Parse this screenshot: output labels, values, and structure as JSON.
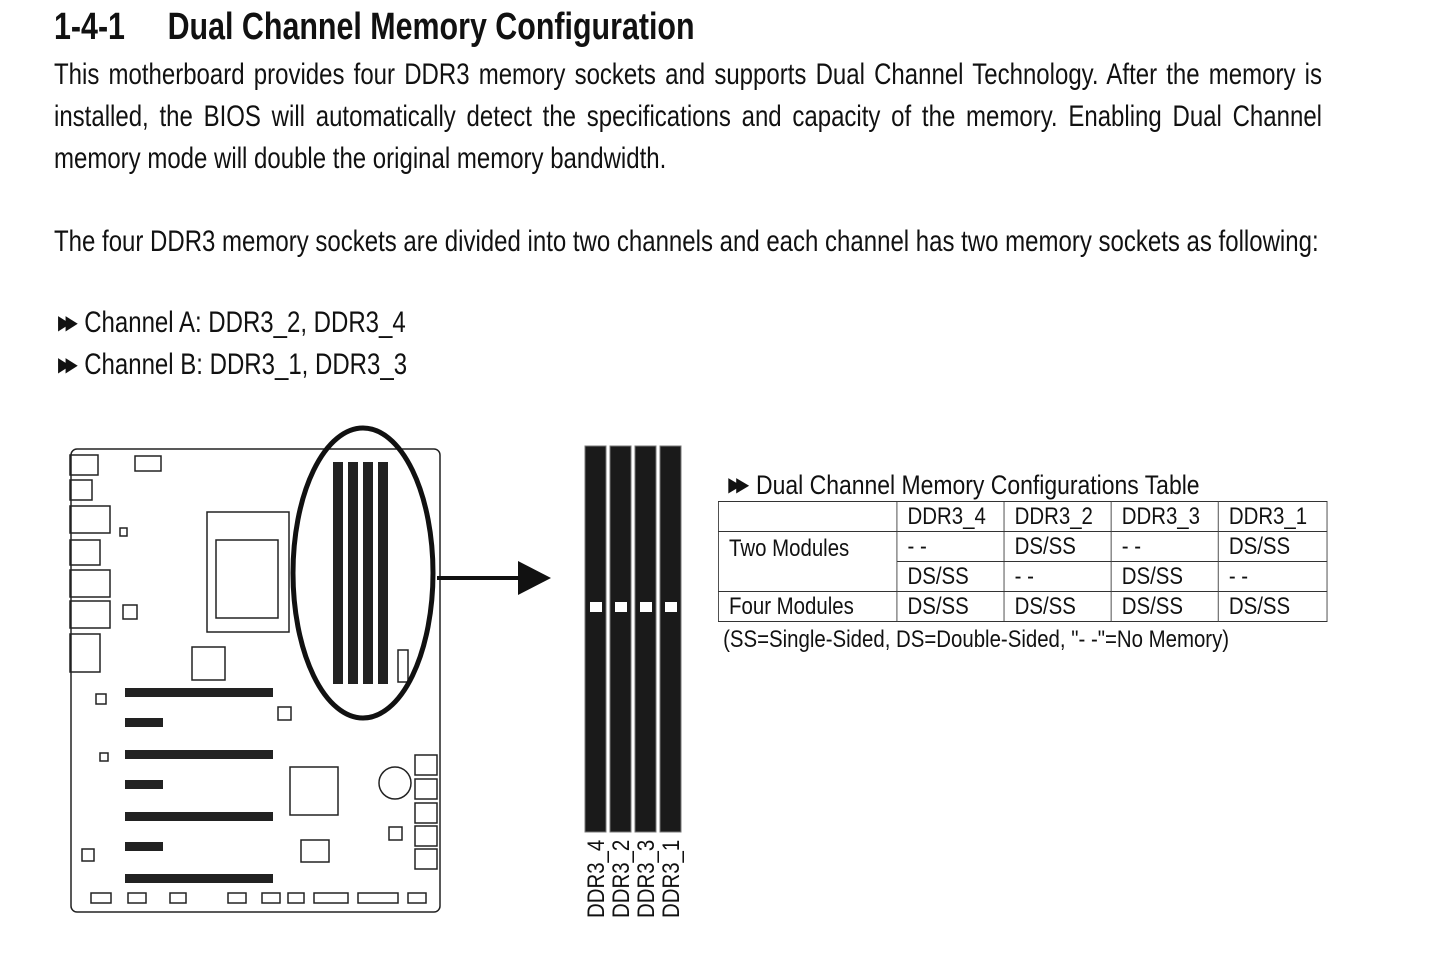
{
  "section": {
    "number": "1-4-1",
    "title": "Dual Channel Memory Configuration"
  },
  "paragraphs": [
    "This motherboard provides four DDR3 memory sockets and supports Dual Channel Technology. After the memory is installed, the BIOS will automatically detect the specifications and capacity of the memory. Enabling Dual Channel memory mode will double the original memory bandwidth.",
    "The four DDR3 memory sockets are divided into two channels and each channel has two memory sockets as following:"
  ],
  "channels": [
    "Channel A: DDR3_2, DDR3_4",
    "Channel B: DDR3_1, DDR3_3"
  ],
  "bullet_icon": "double-triangle-right-icon",
  "dimm_labels": [
    "DDR3_4",
    "DDR3_2",
    "DDR3_3",
    "DDR3_1"
  ],
  "table": {
    "title": "Dual Channel Memory Configurations Table",
    "headers": [
      "",
      "DDR3_4",
      "DDR3_2",
      "DDR3_3",
      "DDR3_1"
    ],
    "rows": [
      {
        "label": "Two Modules",
        "cells": [
          "- -",
          "DS/SS",
          "- -",
          "DS/SS"
        ]
      },
      {
        "label": "",
        "cells": [
          "DS/SS",
          "- -",
          "DS/SS",
          "- -"
        ]
      },
      {
        "label": "Four Modules",
        "cells": [
          "DS/SS",
          "DS/SS",
          "DS/SS",
          "DS/SS"
        ]
      }
    ],
    "note": "(SS=Single-Sided, DS=Double-Sided, \"- -\"=No Memory)"
  }
}
